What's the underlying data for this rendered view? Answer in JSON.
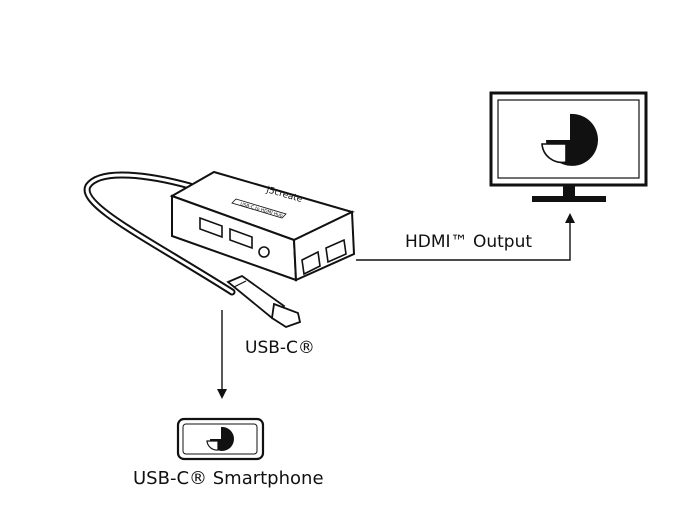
{
  "labels": {
    "hdmi_output": "HDMI™ Output",
    "usbc": "USB-C®",
    "smartphone": "USB-C® Smartphone"
  },
  "device": {
    "brand_logo": "j5create",
    "model_text": "USB-C to HDMI Hub"
  },
  "icons": {
    "monitor": "monitor-icon",
    "smartphone": "smartphone-icon",
    "hub": "usb-c-hub-icon"
  },
  "colors": {
    "stroke": "#111111",
    "fill_dark": "#111111",
    "background": "#ffffff"
  }
}
